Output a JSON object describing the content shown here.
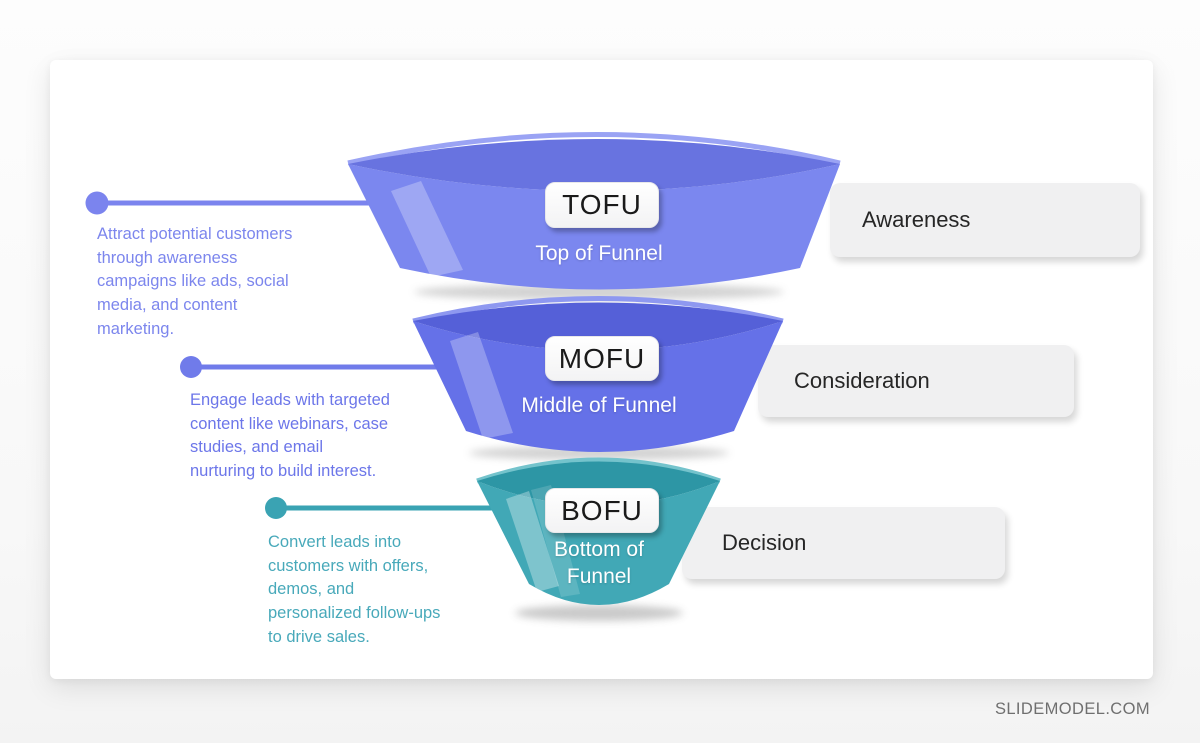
{
  "page": {
    "watermark": "SLIDEMODEL.COM",
    "card_bg": "#ffffff",
    "page_bg": "#fbfbfb"
  },
  "funnel": {
    "stages": [
      {
        "acronym": "TOFU",
        "caption": "Top of Funnel",
        "outcome": "Awareness",
        "description": "Attract potential customers\nthrough awareness\ncampaigns like ads, social\nmedia, and content\nmarketing.",
        "colors": {
          "top_face": "#6873E0",
          "body": "#7B87EF",
          "rim": "#9AA3F4",
          "connector": "#7B84EE",
          "text": "#7C86ED"
        }
      },
      {
        "acronym": "MOFU",
        "caption": "Middle of Funnel",
        "outcome": "Consideration",
        "description": "Engage leads with targeted\ncontent like webinars, case\nstudies, and email\nnurturing to build interest.",
        "colors": {
          "top_face": "#5560D8",
          "body": "#6571E8",
          "rim": "#8E98F0",
          "connector": "#707BEA",
          "text": "#6C76E9"
        }
      },
      {
        "acronym": "BOFU",
        "caption": "Bottom of\nFunnel",
        "outcome": "Decision",
        "description": "Convert leads into\ncustomers with offers,\ndemos, and\npersonalized follow-ups\nto drive sales.",
        "colors": {
          "top_face": "#2D96A5",
          "body": "#41A8B6",
          "rim": "#74C3CC",
          "connector": "#3AA3B3",
          "text": "#48A9BA"
        }
      }
    ],
    "badge_text_color": "#1a1a1a",
    "outcome_text_color": "#262626",
    "caption_text_color": "#ffffff"
  }
}
